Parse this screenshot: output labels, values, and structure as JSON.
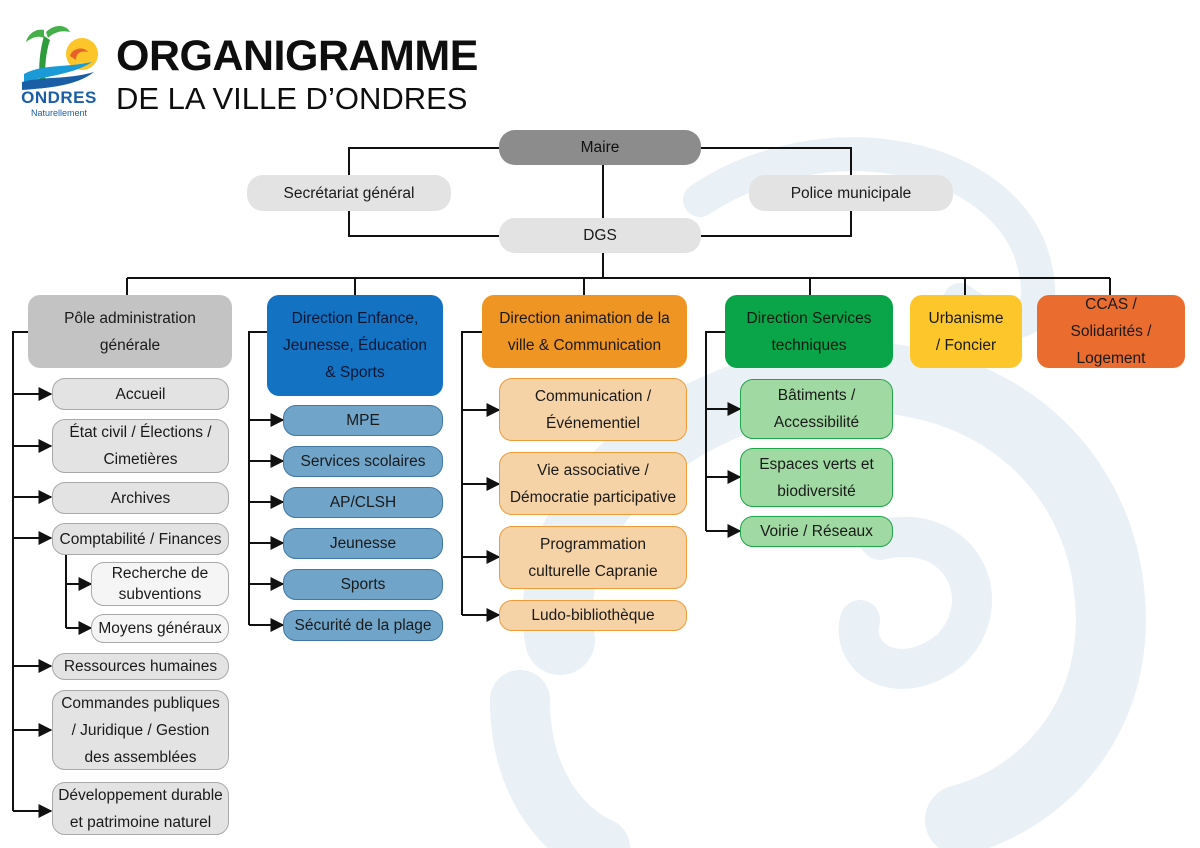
{
  "header": {
    "title": "ORGANIGRAMME",
    "subtitle": "DE LA VILLE D’ONDRES",
    "logo_word": "ONDRES",
    "logo_tagline": "Naturellement"
  },
  "top": {
    "maire": "Maire",
    "secretariat": "Secrétariat général",
    "police": "Police municipale",
    "dgs": "DGS"
  },
  "poles": [
    {
      "title": "Pôle administration générale",
      "items": [
        "Accueil",
        "État civil / Élections / Cimetières",
        "Archives",
        "Comptabilité / Finances",
        "Recherche de subventions",
        "Moyens généraux",
        "Ressources humaines",
        "Commandes publiques / Juridique / Gestion des assemblées",
        "Développement durable et patrimoine naturel"
      ]
    },
    {
      "title": "Direction Enfance, Jeunesse, Éducation & Sports",
      "items": [
        "MPE",
        "Services scolaires",
        "AP/CLSH",
        "Jeunesse",
        "Sports",
        "Sécurité de la plage"
      ]
    },
    {
      "title": "Direction animation de la ville & Communication",
      "items": [
        "Communication / Événementiel",
        "Vie associative  / Démocratie participative",
        "Programmation culturelle Capranie",
        "Ludo-bibliothèque"
      ]
    },
    {
      "title": "Direction Services techniques",
      "items": [
        "Bâtiments / Accessibilité",
        "Espaces verts et biodiversité",
        "Voirie / Réseaux"
      ]
    },
    {
      "title": "Urbanisme / Foncier",
      "items": []
    },
    {
      "title": "CCAS / Solidarités / Logement",
      "items": []
    }
  ],
  "colors": {
    "gray_head": "#c3c3c3",
    "blue_head": "#1472c2",
    "orange_head": "#ee9523",
    "green_head": "#0aa548",
    "yellow_head": "#fdc72b",
    "red_head": "#ea6d2f"
  }
}
